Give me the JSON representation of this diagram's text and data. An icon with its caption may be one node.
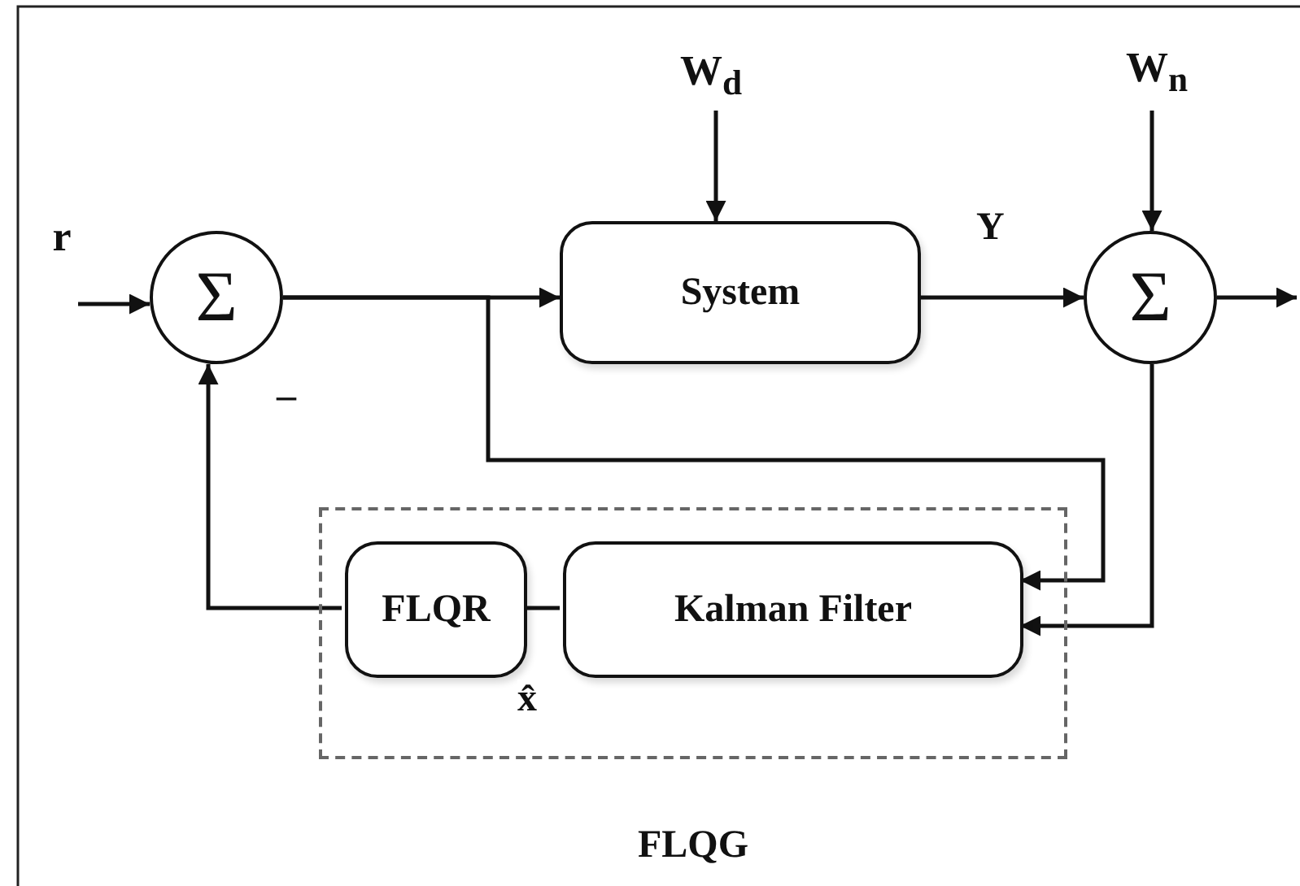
{
  "diagram": {
    "nodes": [
      {
        "text": [
          "Σ"
        ]
      },
      {
        "text": [
          "System"
        ]
      },
      {
        "text": [
          "Σ"
        ]
      },
      {
        "text": [
          "FLQG"
        ]
      },
      {
        "text": [
          "FLQR"
        ],
        "in": 3
      },
      {
        "text": [
          "Kalman Filter"
        ],
        "in": 3
      },
      {
        "text": [
          "r"
        ]
      },
      {
        "text": [
          "W$_{d}$"
        ]
      },
      {
        "text": [
          "W$_{n}$"
        ]
      }
    ],
    "edges": [
      {
        "from": 6,
        "to": 0,
        "arrow": "to"
      },
      {
        "from": 0,
        "to": 1,
        "arrow": "to"
      },
      {
        "from": 7,
        "to": 1,
        "arrow": "to"
      },
      {
        "from": 1,
        "to": 2,
        "arrow": "to",
        "label": "Y"
      },
      {
        "from": 8,
        "to": 2,
        "arrow": "to"
      },
      {
        "from": 2,
        "to": null,
        "arrow": "to"
      },
      {
        "from": 0,
        "to": 5,
        "arrow": "to"
      },
      {
        "from": 2,
        "to": 5,
        "arrow": "to"
      },
      {
        "from": 5,
        "to": 4,
        "arrow": "none",
        "label": "x̂"
      },
      {
        "from": 4,
        "to": 0,
        "arrow": "to",
        "label": "–"
      }
    ]
  }
}
